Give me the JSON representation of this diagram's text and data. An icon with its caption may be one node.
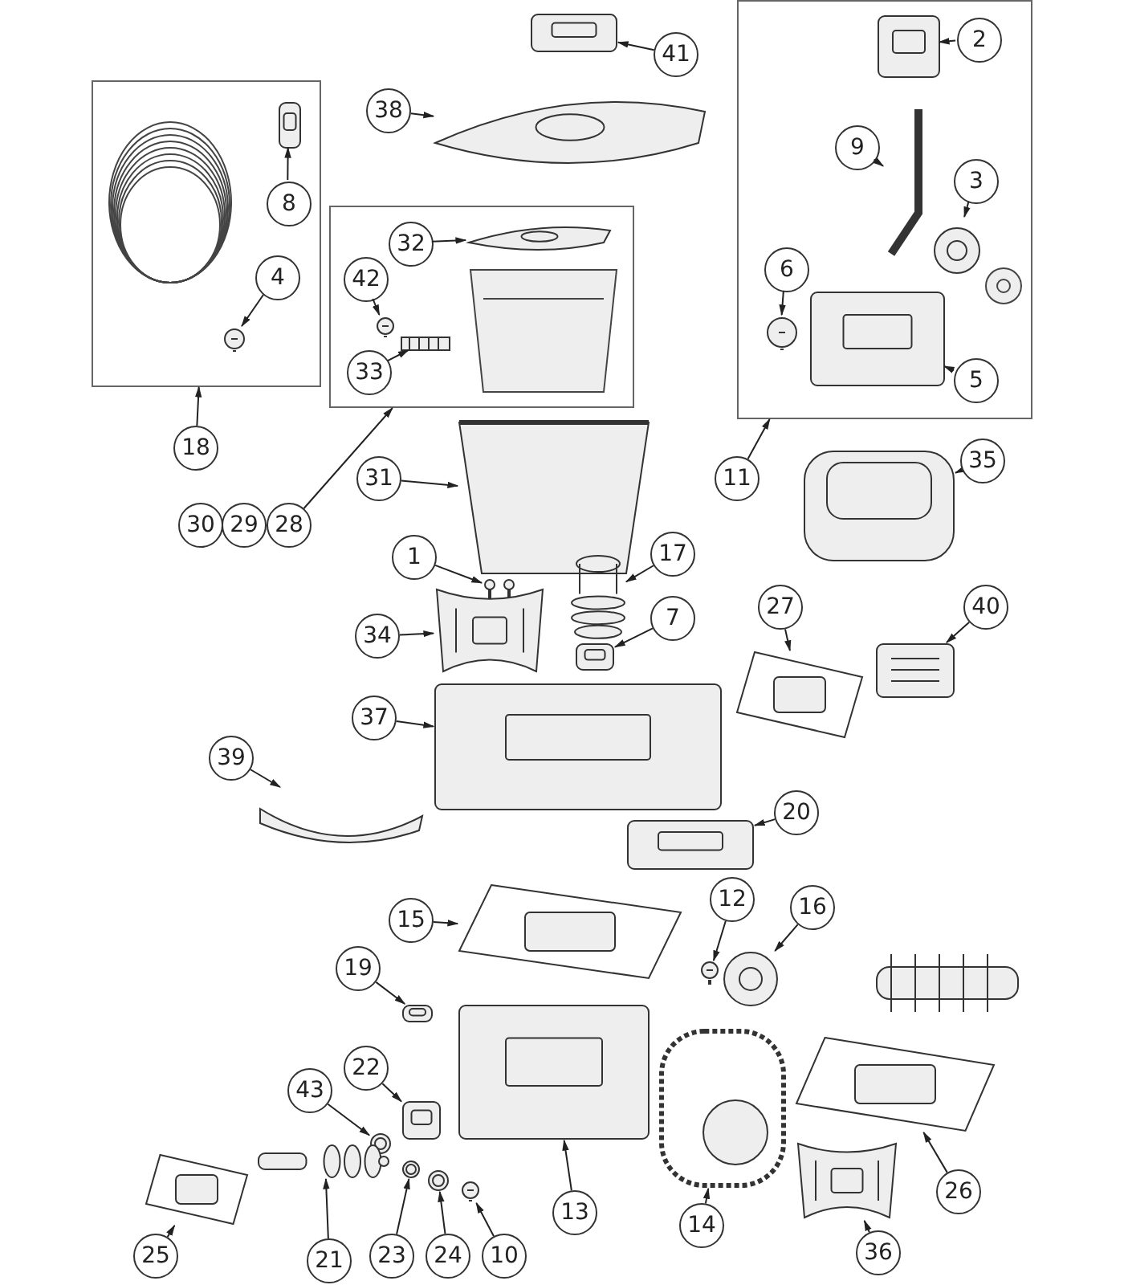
{
  "diagram": {
    "nodes": [
      {
        "text": [
          "41"
        ]
      },
      {
        "text": [],
        "shape": "picture"
      },
      {
        "text": [],
        "shape": "box"
      },
      {
        "text": [
          "2"
        ],
        "in": 2
      },
      {
        "text": [],
        "shape": "picture",
        "in": 2
      },
      {
        "text": [
          "9"
        ],
        "in": 2
      },
      {
        "text": [],
        "shape": "picture",
        "in": 2
      },
      {
        "text": [
          "3"
        ],
        "in": 2
      },
      {
        "text": [],
        "shape": "picture",
        "in": 2
      },
      {
        "text": [
          "6"
        ],
        "in": 2
      },
      {
        "text": [],
        "shape": "picture",
        "in": 2
      },
      {
        "text": [
          "5"
        ],
        "in": 2
      },
      {
        "text": [],
        "shape": "picture",
        "in": 2
      },
      {
        "text": [],
        "shape": "box"
      },
      {
        "text": [
          "8"
        ],
        "in": 13
      },
      {
        "text": [],
        "shape": "picture",
        "in": 13
      },
      {
        "text": [
          "4"
        ],
        "in": 13
      },
      {
        "text": [],
        "shape": "picture",
        "in": 13
      },
      {
        "text": [
          "38"
        ]
      },
      {
        "text": [],
        "shape": "picture"
      },
      {
        "text": [],
        "shape": "box"
      },
      {
        "text": [
          "32"
        ],
        "in": 20
      },
      {
        "text": [],
        "shape": "picture",
        "in": 20
      },
      {
        "text": [
          "42"
        ],
        "in": 20
      },
      {
        "text": [],
        "shape": "picture",
        "in": 20
      },
      {
        "text": [
          "33"
        ],
        "in": 20
      },
      {
        "text": [],
        "shape": "picture",
        "in": 20
      },
      {
        "text": [
          "18"
        ]
      },
      {
        "text": [
          "31"
        ]
      },
      {
        "text": [],
        "shape": "picture"
      },
      {
        "text": [
          "28"
        ]
      },
      {
        "text": [
          "11"
        ]
      },
      {
        "text": [
          "35"
        ]
      },
      {
        "text": [],
        "shape": "picture"
      },
      {
        "text": [
          "1"
        ]
      },
      {
        "text": [],
        "shape": "picture"
      },
      {
        "text": [
          "17"
        ]
      },
      {
        "text": [],
        "shape": "picture"
      },
      {
        "text": [
          "7"
        ]
      },
      {
        "text": [],
        "shape": "picture"
      },
      {
        "text": [
          "34"
        ]
      },
      {
        "text": [],
        "shape": "picture"
      },
      {
        "text": [
          "27"
        ]
      },
      {
        "text": [],
        "shape": "picture"
      },
      {
        "text": [
          "40"
        ]
      },
      {
        "text": [],
        "shape": "picture"
      },
      {
        "text": [
          "37"
        ]
      },
      {
        "text": [],
        "shape": "picture"
      },
      {
        "text": [
          "39"
        ]
      },
      {
        "text": [],
        "shape": "picture"
      },
      {
        "text": [
          "20"
        ]
      },
      {
        "text": [],
        "shape": "picture"
      },
      {
        "text": [
          "15"
        ]
      },
      {
        "text": [],
        "shape": "picture"
      },
      {
        "text": [
          "12"
        ]
      },
      {
        "text": [],
        "shape": "picture"
      },
      {
        "text": [
          "16"
        ]
      },
      {
        "text": [],
        "shape": "picture"
      },
      {
        "text": [
          "19"
        ]
      },
      {
        "text": [],
        "shape": "picture"
      },
      {
        "text": [
          "22"
        ]
      },
      {
        "text": [],
        "shape": "picture"
      },
      {
        "text": [
          "43"
        ]
      },
      {
        "text": [],
        "shape": "picture"
      },
      {
        "text": [],
        "shape": "picture"
      },
      {
        "text": [],
        "shape": "picture"
      },
      {
        "text": [],
        "shape": "picture"
      },
      {
        "text": [],
        "shape": "picture"
      },
      {
        "text": [],
        "shape": "picture"
      },
      {
        "text": [],
        "shape": "picture"
      },
      {
        "text": [],
        "shape": "picture"
      },
      {
        "text": [],
        "shape": "picture"
      },
      {
        "text": [],
        "shape": "picture"
      },
      {
        "text": [
          "13"
        ]
      },
      {
        "text": [
          "14"
        ]
      },
      {
        "text": [
          "26"
        ]
      },
      {
        "text": [
          "36"
        ]
      },
      {
        "text": [
          "25"
        ]
      },
      {
        "text": [
          "21"
        ]
      },
      {
        "text": [
          "23"
        ]
      },
      {
        "text": [
          "24"
        ]
      },
      {
        "text": [
          "10"
        ]
      },
      {
        "text": [
          "30"
        ]
      },
      {
        "text": [
          "29"
        ]
      }
    ],
    "edges": [
      {
        "from": 0,
        "to": 1,
        "arrow": "to"
      },
      {
        "from": 3,
        "to": 4,
        "arrow": "to"
      },
      {
        "from": 5,
        "to": 6,
        "arrow": "to"
      },
      {
        "from": 7,
        "to": 8,
        "arrow": "to"
      },
      {
        "from": 9,
        "to": 10,
        "arrow": "to"
      },
      {
        "from": 11,
        "to": 12,
        "arrow": "to"
      },
      {
        "from": 14,
        "to": 15,
        "arrow": "to"
      },
      {
        "from": 16,
        "to": 17,
        "arrow": "to"
      },
      {
        "from": 18,
        "to": 19,
        "arrow": "to"
      },
      {
        "from": 21,
        "to": 22,
        "arrow": "to"
      },
      {
        "from": 23,
        "to": 24,
        "arrow": "to"
      },
      {
        "from": 25,
        "to": 26,
        "arrow": "to"
      },
      {
        "from": 27,
        "to": 13,
        "arrow": "to"
      },
      {
        "from": 28,
        "to": 29,
        "arrow": "to"
      },
      {
        "from": 30,
        "to": 20,
        "arrow": "to"
      },
      {
        "from": 31,
        "to": 2,
        "arrow": "to"
      },
      {
        "from": 32,
        "to": 33,
        "arrow": "to"
      },
      {
        "from": 34,
        "to": 35,
        "arrow": "to"
      },
      {
        "from": 36,
        "to": 37,
        "arrow": "to"
      },
      {
        "from": 38,
        "to": 39,
        "arrow": "to"
      },
      {
        "from": 40,
        "to": 41,
        "arrow": "to"
      },
      {
        "from": 42,
        "to": 43,
        "arrow": "to"
      },
      {
        "from": 44,
        "to": 45,
        "arrow": "to"
      },
      {
        "from": 46,
        "to": 47,
        "arrow": "to"
      },
      {
        "from": 48,
        "to": 49,
        "arrow": "to"
      },
      {
        "from": 50,
        "to": 51,
        "arrow": "to"
      },
      {
        "from": 52,
        "to": 53,
        "arrow": "to"
      },
      {
        "from": 54,
        "to": 55,
        "arrow": "to"
      },
      {
        "from": 56,
        "to": 57,
        "arrow": "to"
      },
      {
        "from": 58,
        "to": 59,
        "arrow": "to"
      },
      {
        "from": 60,
        "to": 61,
        "arrow": "to"
      },
      {
        "from": 62,
        "to": 63,
        "arrow": "to"
      },
      {
        "from": 73,
        "to": 64,
        "arrow": "to"
      },
      {
        "from": 74,
        "to": 65,
        "arrow": "to"
      },
      {
        "from": 75,
        "to": 66,
        "arrow": "to"
      },
      {
        "from": 76,
        "to": 67,
        "arrow": "to"
      },
      {
        "from": 77,
        "to": 68,
        "arrow": "to"
      },
      {
        "from": 78,
        "to": 69,
        "arrow": "to"
      },
      {
        "from": 79,
        "to": 70,
        "arrow": "to"
      },
      {
        "from": 80,
        "to": 71,
        "arrow": "to"
      },
      {
        "from": 81,
        "to": 72,
        "arrow": "to"
      }
    ]
  }
}
